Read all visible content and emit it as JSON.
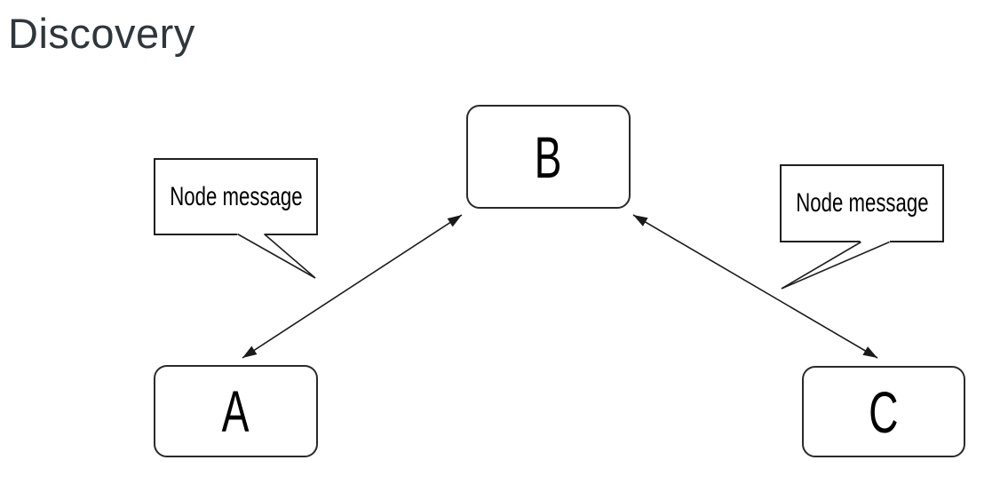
{
  "title": "Discovery",
  "diagram": {
    "nodes": [
      {
        "id": "A",
        "label": "A"
      },
      {
        "id": "B",
        "label": "B"
      },
      {
        "id": "C",
        "label": "C"
      }
    ],
    "edges": [
      {
        "from": "A",
        "to": "B",
        "bidirectional": true
      },
      {
        "from": "C",
        "to": "B",
        "bidirectional": true
      }
    ],
    "callouts": [
      {
        "text": "Node message",
        "points_at": "edge-a-b"
      },
      {
        "text": "Node message",
        "points_at": "edge-b-c"
      }
    ],
    "colors": {
      "background": "#ffffff",
      "stroke": "#1a1a1a",
      "node_fill": "#ffffff",
      "title_text": "#2e373b",
      "label_text": "#000000"
    }
  }
}
